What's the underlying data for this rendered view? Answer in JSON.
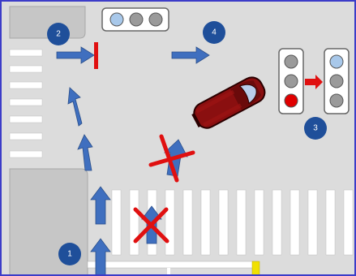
{
  "diagram": {
    "markers": [
      {
        "id": "marker-1",
        "label": "1"
      },
      {
        "id": "marker-2",
        "label": "2"
      },
      {
        "id": "marker-3",
        "label": "3"
      },
      {
        "id": "marker-4",
        "label": "4"
      }
    ],
    "colors": {
      "road": "#dcdcdc",
      "sidewalk": "#c6c6c6",
      "stripe": "#ffffff",
      "arrow": "#3f6fbf",
      "marker": "#1f4f9a",
      "cross": "#e01010",
      "stop_line": "#e01010",
      "car": "#8a0f10",
      "window": "#b9cdea",
      "light_off": "#9a9a9a",
      "light_red": "#e00000",
      "light_blue": "#a8c8ea",
      "border": "#3c3cc8"
    },
    "icons": [
      "traffic-light-icon",
      "car-icon",
      "arrow-icon",
      "cross-icon"
    ]
  }
}
